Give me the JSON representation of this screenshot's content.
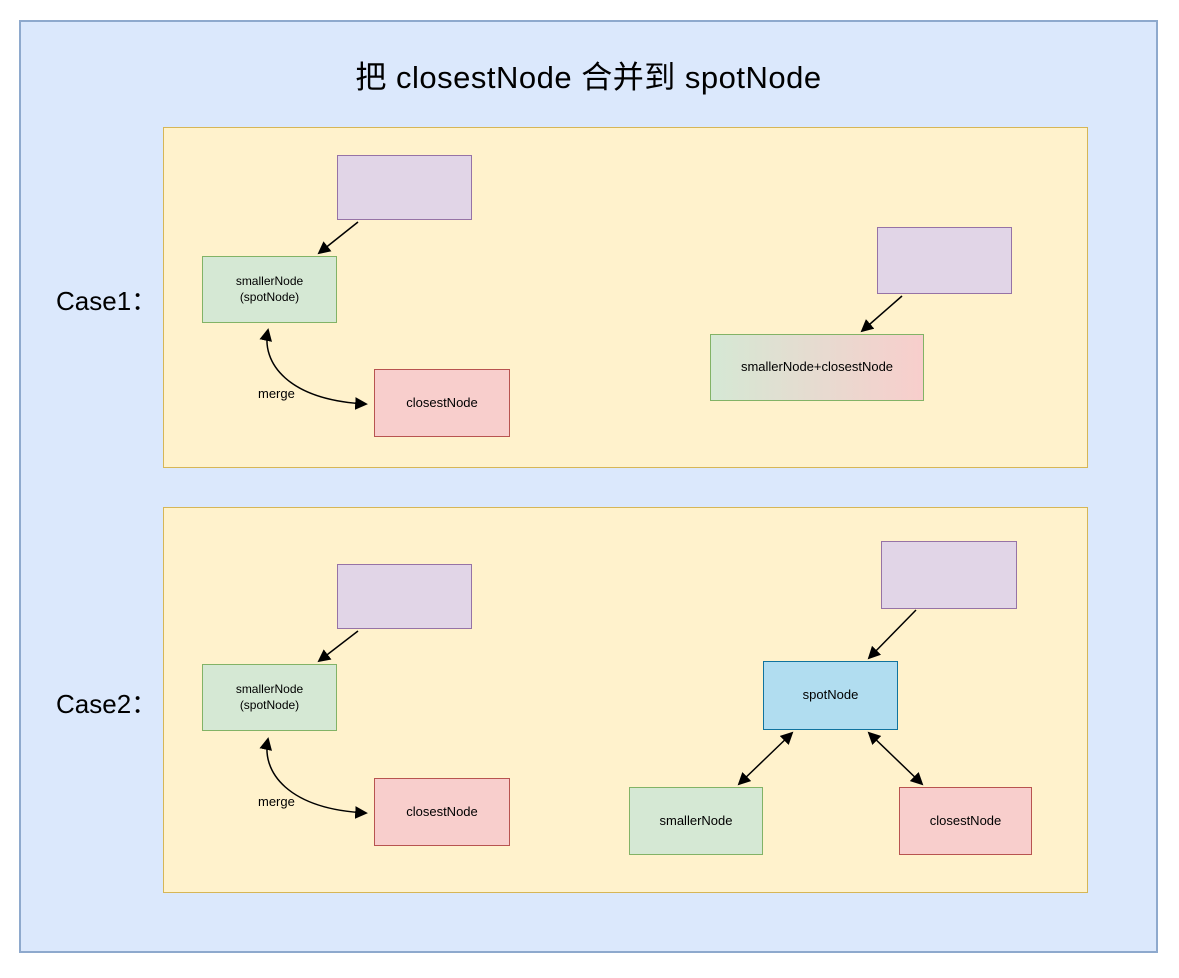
{
  "title": "把 closestNode 合并到 spotNode",
  "case1": {
    "label": "Case1：",
    "left": {
      "smaller_line1": "smallerNode",
      "smaller_line2": "(spotNode)",
      "closest_label": "closestNode",
      "merge_label": "merge"
    },
    "right": {
      "merged_label": "smallerNode+closestNode"
    }
  },
  "case2": {
    "label": "Case2：",
    "left": {
      "smaller_line1": "smallerNode",
      "smaller_line2": "(spotNode)",
      "closest_label": "closestNode",
      "merge_label": "merge"
    },
    "right": {
      "spot_label": "spotNode",
      "smaller_label": "smallerNode",
      "closest_label": "closestNode"
    }
  },
  "edges": [
    {
      "case": "Case1",
      "from": "parent(empty purple)",
      "to": "smallerNode(spotNode)",
      "bidirectional": false
    },
    {
      "case": "Case1",
      "from": "smallerNode(spotNode)",
      "to": "closestNode",
      "bidirectional": true,
      "label": "merge"
    },
    {
      "case": "Case1",
      "from": "parent(empty purple)",
      "to": "smallerNode+closestNode",
      "bidirectional": false
    },
    {
      "case": "Case2",
      "from": "parent(empty purple)",
      "to": "smallerNode(spotNode)",
      "bidirectional": false
    },
    {
      "case": "Case2",
      "from": "smallerNode(spotNode)",
      "to": "closestNode",
      "bidirectional": true,
      "label": "merge"
    },
    {
      "case": "Case2",
      "from": "parent(empty purple)",
      "to": "spotNode",
      "bidirectional": false
    },
    {
      "case": "Case2",
      "from": "spotNode",
      "to": "smallerNode",
      "bidirectional": true
    },
    {
      "case": "Case2",
      "from": "spotNode",
      "to": "closestNode",
      "bidirectional": true
    }
  ],
  "colors": {
    "canvas_fill": "#dbe8fc",
    "canvas_border": "#8ea9cd",
    "panel_fill": "#fff2cc",
    "panel_border": "#d6b656",
    "purple_fill": "#e1d5e7",
    "purple_border": "#9673a6",
    "green_fill": "#d5e8d4",
    "green_border": "#82b366",
    "pink_fill": "#f8cecc",
    "pink_border": "#b85450",
    "blue_fill": "#b1ddf0",
    "blue_border": "#10739e",
    "arrow": "#000000"
  }
}
